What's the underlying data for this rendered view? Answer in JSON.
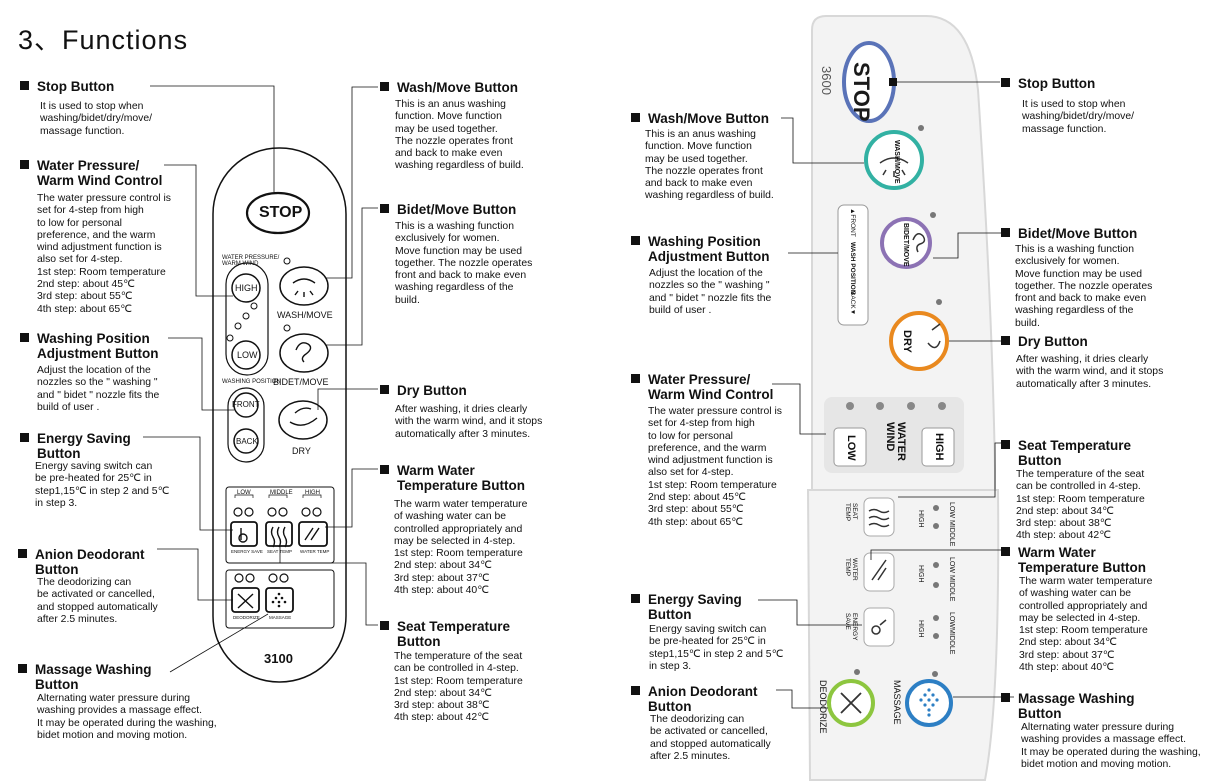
{
  "heading": "3、Functions",
  "models": {
    "left": "3100",
    "right": "3600"
  },
  "left_panel": {
    "stop": "STOP",
    "water_pressure_label": "WATER PRESSURE/\nWARM WIND",
    "high": "HIGH",
    "low": "LOW",
    "wash_move": "WASH/MOVE",
    "bidet_move": "BIDET/MOVE",
    "washing_position": "WASHING POSITION",
    "front": "FRONT",
    "back": "BACK",
    "dry": "DRY",
    "bracket_labels": [
      "LOW",
      "MIDDLE",
      "HIGH"
    ],
    "small_labels": [
      "ENERGY SAVE",
      "SEAT TEMP",
      "WATER TEMP",
      "DEODORIZE",
      "MASSAGE"
    ]
  },
  "right_panel": {
    "stop": "STOP",
    "wash_move": "WASH/MOVE",
    "bidet_move": "BIDET/MOVE",
    "dry": "DRY",
    "front": "▲FRONT",
    "washing_position": "WASH POSITION",
    "back": "BACK▼",
    "low": "LOW",
    "water_wind": "WATER WIND",
    "high": "HIGH",
    "seat_temp": "SEAT TEMP",
    "water_temp": "WATER TEMP",
    "energy_save": "ENERGY SAVE",
    "level_low": "LOW",
    "level_middle": "MIDDLE",
    "level_high": "HIGH",
    "deodorize": "DEODORIZE",
    "massage": "MASSAGE"
  },
  "sections": {
    "stop": {
      "title": "Stop Button",
      "text": "It is used  to stop when\nwashing/bidet/dry/move/\nmassage function."
    },
    "wash": {
      "title": "Wash/Move Button",
      "text": "This is an anus washing\nfunction. Move function\nmay be used together.\nThe nozzle operates front\nand back to make even\nwashing regardless of build."
    },
    "water_pressure": {
      "title1": "Water Pressure/",
      "title2": "Warm Wind Control",
      "text": "The water pressure control is\nset for 4-step from high\nto low for personal\npreference, and the warm\nwind adjustment function is\nalso set for 4-step.\n1st step: Room temperature\n2nd step: about 45℃\n3rd step: about 55℃\n4th step: about 65℃"
    },
    "bidet": {
      "title": "Bidet/Move Button",
      "text": "This is a washing function\nexclusively for women.\nMove function may be used\ntogether. The nozzle operates\nfront and back to make even\nwashing regardless of the\nbuild."
    },
    "washing_position": {
      "title1": "Washing Position",
      "title2": "Adjustment Button",
      "text": "Adjust the location of the\nnozzles so the \" washing \"\nand \" bidet \" nozzle fits the\nbuild of user ."
    },
    "dry": {
      "title": "Dry Button",
      "text": "After washing, it dries clearly\nwith the warm wind, and it stops\nautomatically after 3 minutes."
    },
    "energy": {
      "title1": "Energy Saving",
      "title2": "Button",
      "text": "Energy saving switch can\nbe pre-heated for 25℃ in\nstep1,15℃ in step 2 and 5℃\nin step 3."
    },
    "warm_water": {
      "title1": "Warm Water",
      "title2": "Temperature Button",
      "text": "The warm water temperature\nof washing water can be\ncontrolled appropriately and\nmay be selected in 4-step.\n1st step: Room temperature\n2nd step: about 34℃\n3rd step: about 37℃\n4th step: about 40℃"
    },
    "anion": {
      "title1": "Anion Deodorant",
      "title2": "Button",
      "text": "The deodorizing can\nbe activated or cancelled,\nand stopped automatically\nafter 2.5 minutes."
    },
    "seat": {
      "title1": "Seat Temperature",
      "title2": "Button",
      "text": "The temperature of the seat\ncan be controlled in 4-step.\n1st step: Room temperature\n2nd step: about 34℃\n3rd step: about 38℃\n4th step: about 42℃"
    },
    "massage": {
      "title1": "Massage Washing",
      "title2": "Button",
      "text": "Alternating water pressure during\nwashing provides a massage effect.\nIt may be operated during the washing,\nbidet motion and moving motion."
    }
  }
}
